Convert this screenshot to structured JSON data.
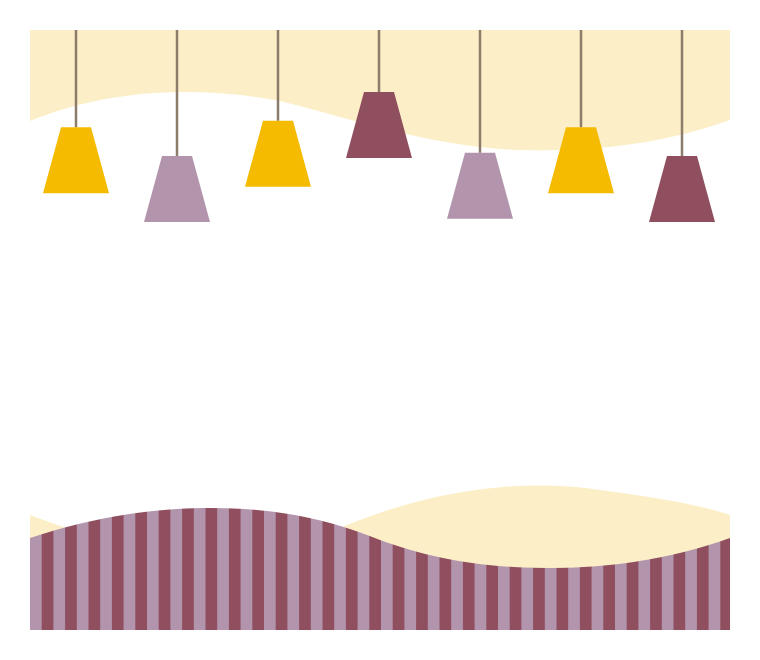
{
  "palette": {
    "background": "#ffffff",
    "cream": "#fcefc7",
    "cord": "#8b7d6a",
    "mustard": "#f5bb00",
    "mauve": "#b394ad",
    "plum": "#8f4f5f",
    "stripe_light": "#b394ad",
    "stripe_dark": "#8f4f5f"
  },
  "lamps": [
    {
      "color": "mustard",
      "drop": 0.55
    },
    {
      "color": "mauve",
      "drop": 1.0
    },
    {
      "color": "mustard",
      "drop": 0.45
    },
    {
      "color": "plum",
      "drop": 0.0
    },
    {
      "color": "mauve",
      "drop": 0.95
    },
    {
      "color": "mustard",
      "drop": 0.55
    },
    {
      "color": "plum",
      "drop": 1.0
    }
  ]
}
